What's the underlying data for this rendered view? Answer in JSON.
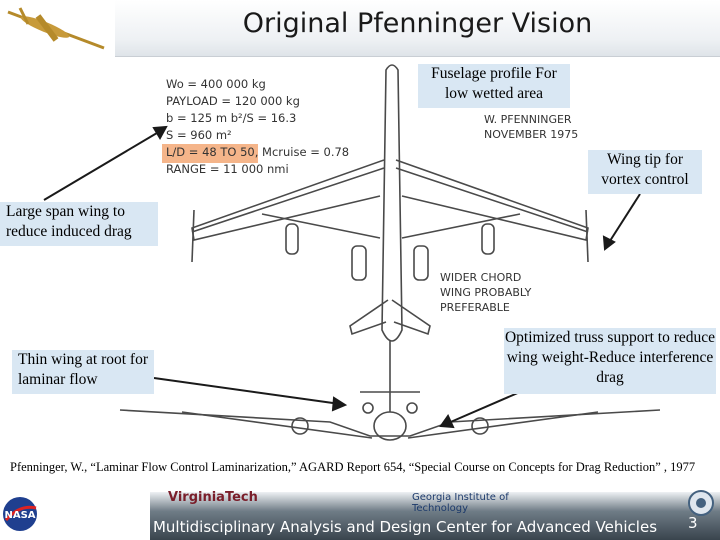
{
  "header": {
    "title": "Original Pfenninger Vision"
  },
  "drawing": {
    "specs": [
      "Wo = 400 000 kg",
      "PAYLOAD = 120 000 kg",
      "b = 125 m       b²/S = 16.3",
      "S = 960 m²",
      "L/D = 48 TO 50,  Mcruise = 0.78",
      "RANGE = 11 000 nmi"
    ],
    "credit": [
      "W. PFENNINGER",
      "NOVEMBER 1975"
    ],
    "note": [
      "WIDER CHORD",
      "WING PROBABLY",
      "PREFERABLE"
    ]
  },
  "callouts": {
    "fuselage": "Fuselage profile For low wetted area",
    "wingtip": "Wing tip for vortex control",
    "large_span": "Large span wing to reduce induced drag",
    "thin_wing": "Thin wing at root for laminar flow",
    "truss": "Optimized truss support to reduce wing weight-Reduce interference drag"
  },
  "reference": "Pfenninger, W., “Laminar Flow Control Laminarization,” AGARD Report 654, “Special Course on Concepts for Drag Reduction” , 1977",
  "footer": {
    "text": "Multidisciplinary Analysis and Design Center for Advanced Vehicles",
    "page_number": "3",
    "logos": {
      "nasa": "NASA",
      "vt": "VirginiaTech",
      "gt": "Georgia Institute of Technology"
    }
  },
  "colors": {
    "callout_bg": "#d9e7f3",
    "highlight": "#f5b58a",
    "footer_dark": "#39444d"
  }
}
